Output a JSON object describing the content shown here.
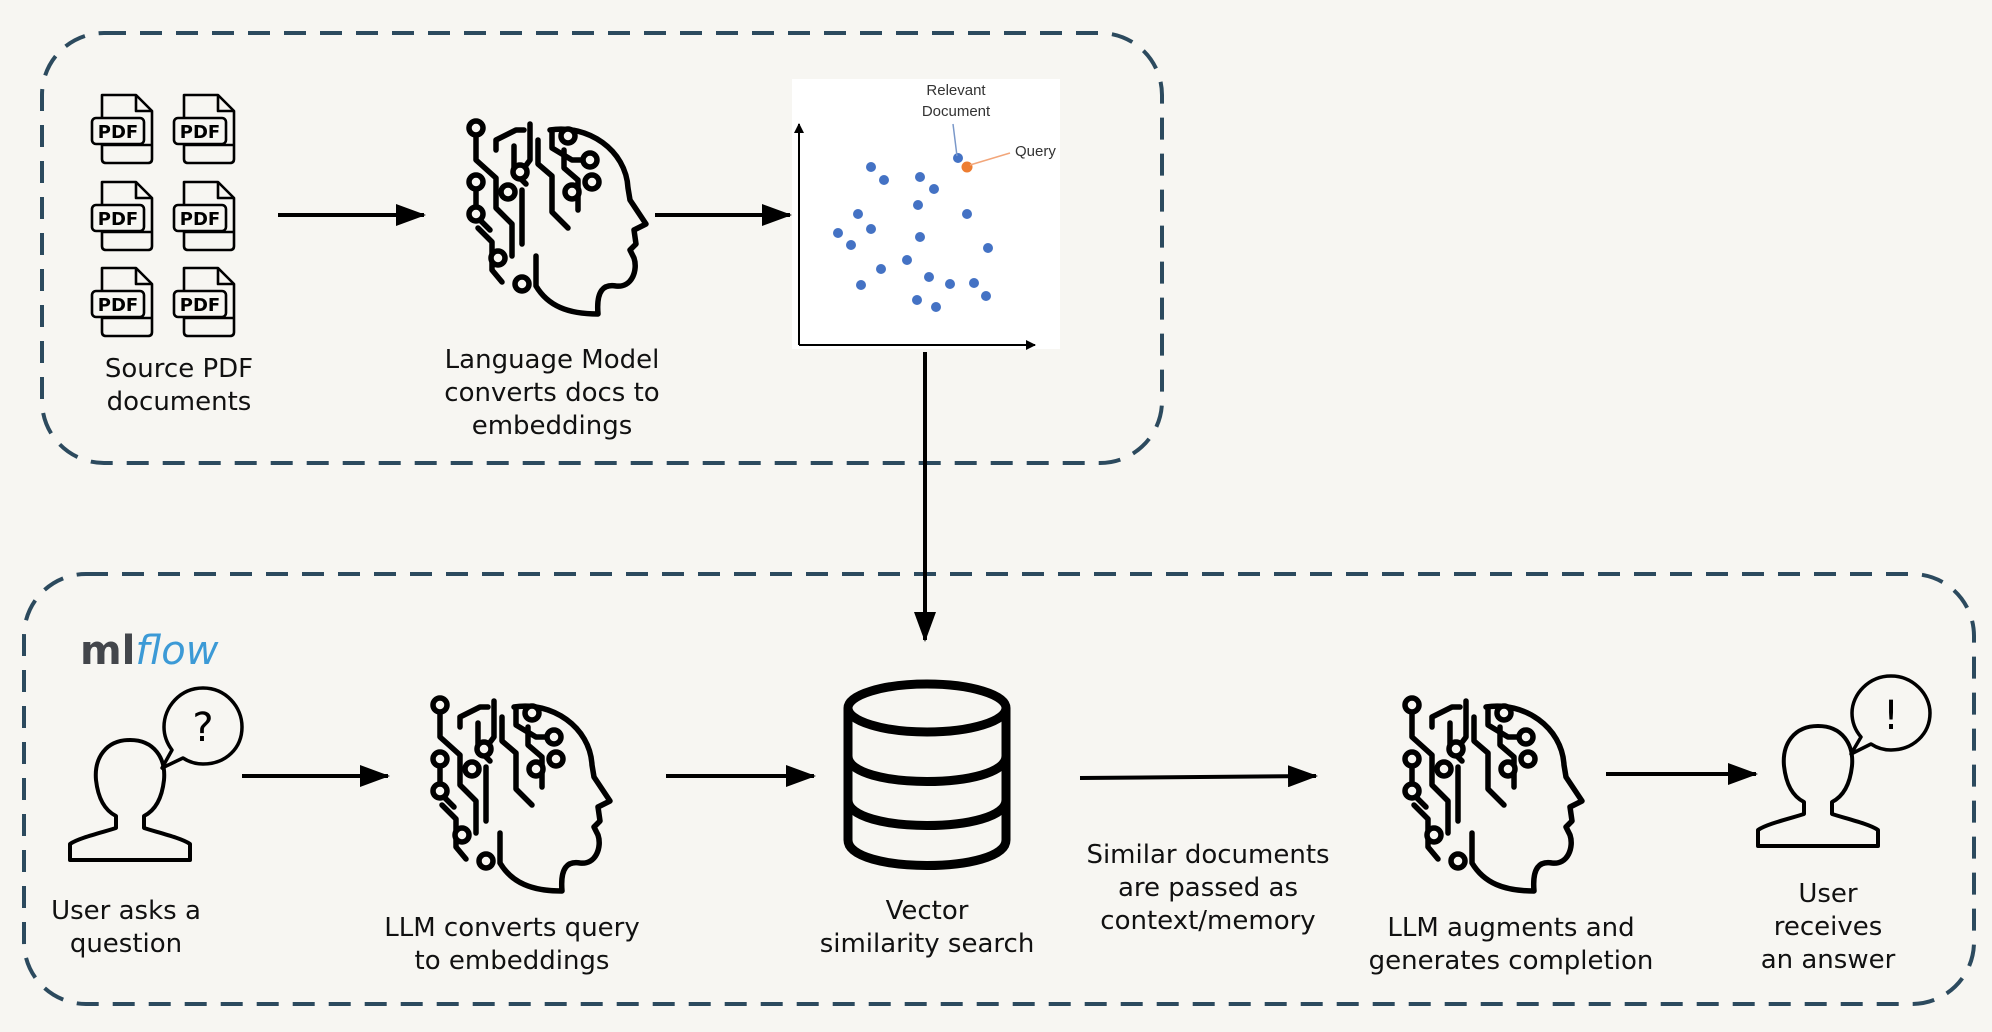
{
  "top_section": {
    "source_label": "Source PDF\ndocuments",
    "pdf_icon_text": "PDF",
    "language_model_label": "Language Model\nconverts docs to\nembeddings",
    "scatter": {
      "relevant_label_line1": "Relevant",
      "relevant_label_line2": "Document",
      "query_label": "Query"
    }
  },
  "bottom_section": {
    "logo_ml": "ml",
    "logo_flow": "flow",
    "question_mark": "?",
    "exclamation_mark": "!",
    "user_asks_label": "User asks a\nquestion",
    "llm_query_label": "LLM converts query\nto embeddings",
    "vector_search_label": "Vector\nsimilarity search",
    "similar_docs_label": "Similar documents\nare passed as\ncontext/memory",
    "llm_augments_label": "LLM augments and\ngenerates completion",
    "user_receives_label": "User receives\nan answer"
  },
  "colors": {
    "dashed_border": "#2c4a5e",
    "point_blue": "#4472c4",
    "point_orange": "#ed7d31",
    "logo_dark": "#43464b",
    "logo_blue": "#3c9ad6"
  }
}
